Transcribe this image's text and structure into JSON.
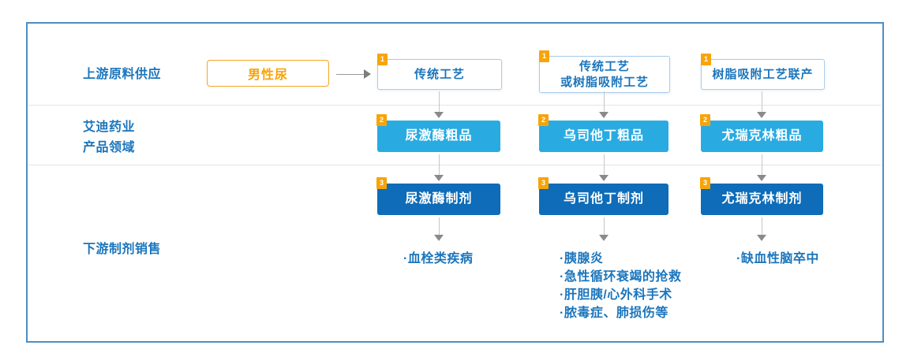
{
  "row_labels": {
    "upstream": "上游原料供应",
    "company_line1": "艾迪药业",
    "company_line2": "产品领域",
    "downstream": "下游制剂销售"
  },
  "source_box": {
    "label": "男性尿"
  },
  "columns": [
    {
      "process": {
        "badge": "1",
        "lines": [
          "传统工艺"
        ]
      },
      "crude": {
        "badge": "2",
        "label": "尿激酶粗品"
      },
      "formulation": {
        "badge": "3",
        "label": "尿激酶制剂"
      },
      "indications": [
        "·血栓类疾病"
      ]
    },
    {
      "process": {
        "badge": "1",
        "lines": [
          "传统工艺",
          "或树脂吸附工艺"
        ]
      },
      "crude": {
        "badge": "2",
        "label": "乌司他丁粗品"
      },
      "formulation": {
        "badge": "3",
        "label": "乌司他丁制剂"
      },
      "indications": [
        "·胰腺炎",
        "·急性循环衰竭的抢救",
        "·肝胆胰/心外科手术",
        "·脓毒症、肺损伤等"
      ]
    },
    {
      "process": {
        "badge": "1",
        "lines": [
          "树脂吸附工艺联产"
        ]
      },
      "crude": {
        "badge": "2",
        "label": "尤瑞克林粗品"
      },
      "formulation": {
        "badge": "3",
        "label": "尤瑞克林制剂"
      },
      "indications": [
        "·缺血性脑卒中"
      ]
    }
  ],
  "colors": {
    "label_text_blue": "#1b75bc",
    "light_blue_fill": "#29abe2",
    "dark_blue_fill": "#0e6cb8",
    "badge_orange": "#f7a408",
    "source_border_orange": "#f5a623",
    "frame_border_blue": "#4d8ec3",
    "divider_gray": "#e4e4e4",
    "arrow_gray": "#8a8a8a"
  }
}
